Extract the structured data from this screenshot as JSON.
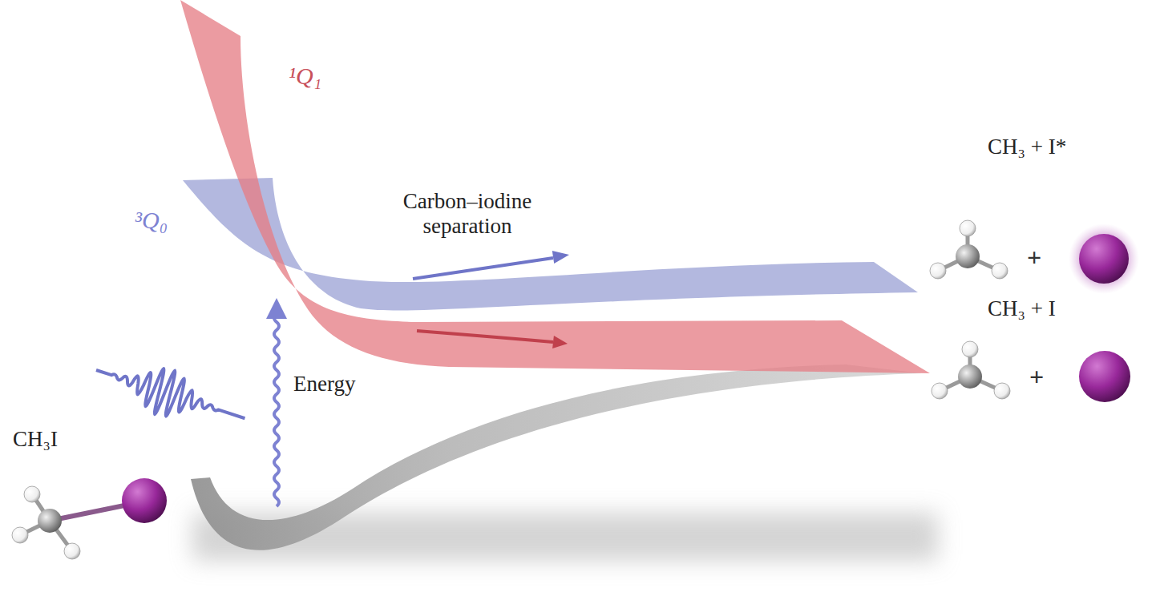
{
  "diagram": {
    "labels": [
      "¹Q₁",
      "³Q₀",
      "Carbon–iodine separation",
      "CH₃ + I*",
      "+",
      "CH₃ + I",
      "+",
      "Energy",
      "CH₃I"
    ]
  }
}
